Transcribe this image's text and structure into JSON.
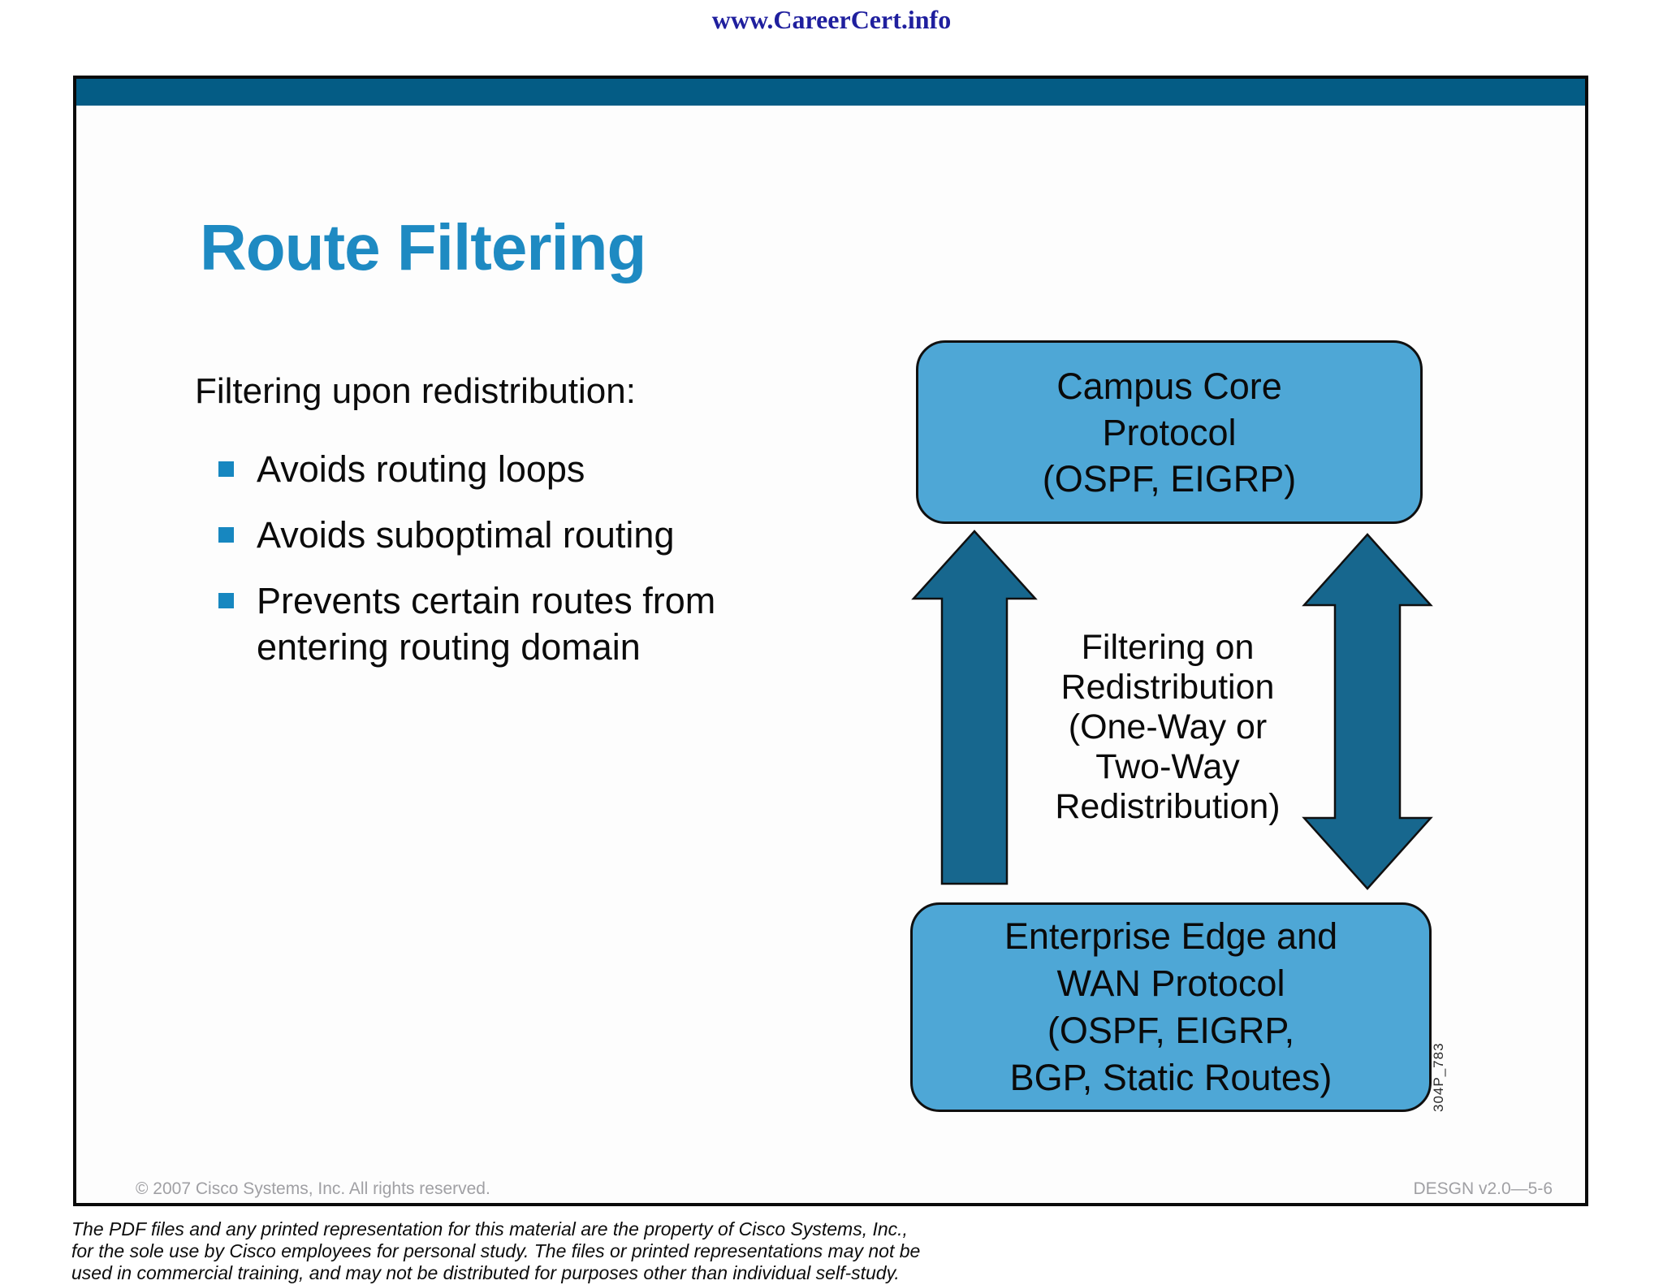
{
  "page": {
    "watermark": "www.CareerCert.info"
  },
  "slide": {
    "title": "Route Filtering",
    "intro": "Filtering upon redistribution:",
    "bullets": [
      "Avoids routing loops",
      "Avoids suboptimal routing",
      "Prevents certain routes from entering routing domain"
    ],
    "footer_left": "© 2007 Cisco Systems, Inc. All rights reserved.",
    "footer_right": "DESGN v2.0—5-6"
  },
  "diagram": {
    "top_box": {
      "lines": [
        "Campus Core",
        "Protocol",
        "(OSPF, EIGRP)"
      ]
    },
    "bottom_box": {
      "lines": [
        "Enterprise Edge and",
        "WAN Protocol",
        "(OSPF, EIGRP,",
        "BGP, Static Routes)"
      ]
    },
    "mid_label": {
      "lines": [
        "Filtering on",
        "Redistribution",
        "(One-Way or",
        "Two-Way",
        "Redistribution)"
      ]
    },
    "figure_id": "304P_783"
  },
  "disclaimer": {
    "lines": [
      "The PDF files and any printed representation for this material are the property of Cisco Systems, Inc.,",
      "for the sole use by Cisco employees for personal study. The files or printed representations may not be",
      "used in commercial training, and may not be distributed for purposes other than individual self-study."
    ]
  },
  "colors": {
    "header_bar": "#045C85",
    "title_blue": "#1E8AC2",
    "bullet_blue": "#1787C0",
    "box_fill": "#4EA7D6",
    "box_border": "#101010",
    "arrow_fill": "#17678E",
    "watermark_navy": "#1F1F9E",
    "footer_gray": "#A0A0A4",
    "text_black": "#0B0B0B"
  }
}
